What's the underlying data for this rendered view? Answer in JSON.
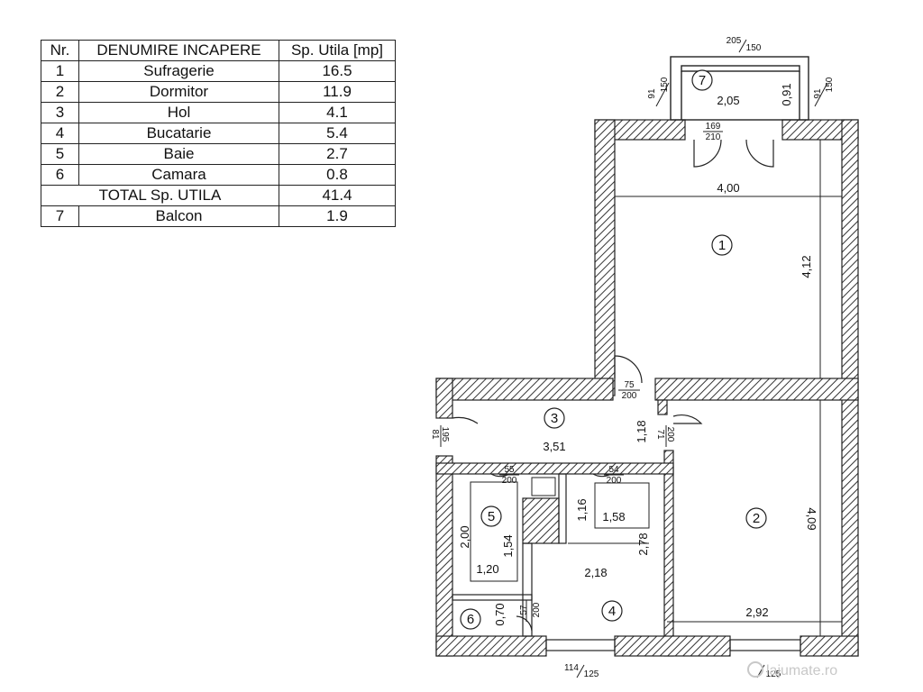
{
  "table": {
    "headers": [
      "Nr.",
      "DENUMIRE INCAPERE",
      "Sp. Utila  [mp]"
    ],
    "rows": [
      {
        "nr": "1",
        "name": "Sufragerie",
        "area": "16.5"
      },
      {
        "nr": "2",
        "name": "Dormitor",
        "area": "11.9"
      },
      {
        "nr": "3",
        "name": "Hol",
        "area": "4.1"
      },
      {
        "nr": "4",
        "name": "Bucatarie",
        "area": "5.4"
      },
      {
        "nr": "5",
        "name": "Baie",
        "area": "2.7"
      },
      {
        "nr": "6",
        "name": "Camara",
        "area": "0.8"
      }
    ],
    "total": {
      "label": "TOTAL Sp. UTILA",
      "area": "41.4"
    },
    "extra": {
      "nr": "7",
      "name": "Balcon",
      "area": "1.9"
    }
  },
  "plan": {
    "room_numbers": {
      "r1": "1",
      "r2": "2",
      "r3": "3",
      "r4": "4",
      "r5": "5",
      "r6": "6",
      "r7": "7"
    },
    "dimensions": {
      "balcony_width": "2,05",
      "balcony_depth": "0,91",
      "living_width": "4,00",
      "living_length": "4,12",
      "hall_length": "3,51",
      "hall_width": "1,18",
      "bedroom_length": "4,09",
      "bedroom_width": "2,92",
      "bath_outer": "2,00",
      "bath_inner": "1,54",
      "bath_width": "1,20",
      "cam_depth": "0,70",
      "kitchen_upper_height": "1,16",
      "kitchen_upper_width": "1,58",
      "kitchen_height": "2,78",
      "kitchen_width": "2,18"
    },
    "openings": {
      "balcony_top_top": "205",
      "balcony_top_bottom": "150",
      "balcony_left_top": "91",
      "balcony_left_bottom": "150",
      "balcony_right_top": "91",
      "balcony_right_bottom": "150",
      "balcony_door_top": "169",
      "balcony_door_bottom": "210",
      "living_door_top": "75",
      "living_door_bottom": "200",
      "entrance_top": "81",
      "entrance_bottom": "195",
      "bedroom_door_top": "71",
      "bedroom_door_bottom": "200",
      "bath_door_top": "55",
      "bath_door_bottom": "200",
      "kitchen_door_top": "54",
      "kitchen_door_bottom": "200",
      "cam_door_top": "57",
      "cam_door_bottom": "200",
      "kitchen_window_top": "114",
      "kitchen_window_bottom": "125",
      "bedroom_window_bottom": "125"
    },
    "watermark": "lajumate.ro"
  }
}
